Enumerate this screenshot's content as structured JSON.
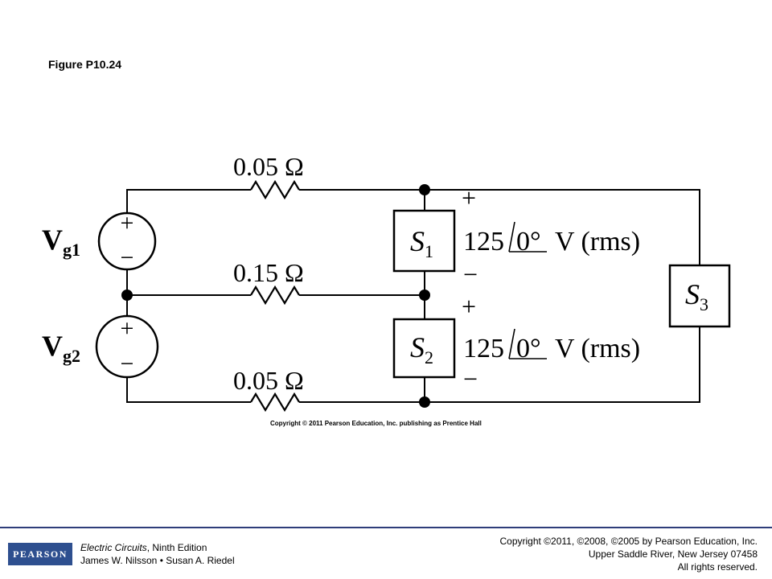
{
  "figure": {
    "title": "Figure P10.24"
  },
  "circuit": {
    "resistors": [
      {
        "label": "0.05 Ω"
      },
      {
        "label": "0.15 Ω"
      },
      {
        "label": "0.05 Ω"
      }
    ],
    "sources": [
      {
        "label_main": "V",
        "label_sub": "g1"
      },
      {
        "label_main": "V",
        "label_sub": "g2"
      }
    ],
    "loads": [
      {
        "label_main": "S",
        "label_sub": "1"
      },
      {
        "label_main": "S",
        "label_sub": "2"
      },
      {
        "label_main": "S",
        "label_sub": "3"
      }
    ],
    "voltages": [
      {
        "magnitude": "125",
        "angle": "0°",
        "unit": "V (rms)"
      },
      {
        "magnitude": "125",
        "angle": "0°",
        "unit": "V (rms)"
      }
    ],
    "plus_sign": "+",
    "minus_sign": "−",
    "copyright": "Copyright © 2011 Pearson Education, Inc. publishing as Prentice Hall"
  },
  "footer": {
    "logo": "PEARSON",
    "book_title": "Electric Circuits",
    "edition": ", Ninth Edition",
    "authors": "James W. Nilsson • Susan A. Riedel",
    "copyright_line1": "Copyright ©2011, ©2008, ©2005 by Pearson Education, Inc.",
    "copyright_line2": "Upper Saddle River, New Jersey 07458",
    "copyright_line3": "All rights reserved."
  }
}
